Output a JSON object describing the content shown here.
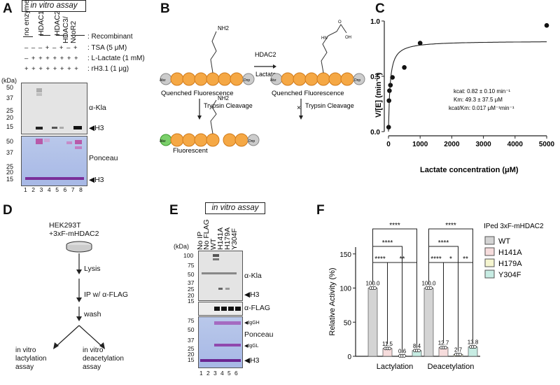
{
  "panels": {
    "A": "A",
    "B": "B",
    "C": "C",
    "D": "D",
    "E": "E",
    "F": "F"
  },
  "panel_a": {
    "assay_title": "in vitro assay",
    "columns": [
      "no enzyme",
      "HDAC1",
      "HDAC2",
      "HDAC3/\nNcoR2"
    ],
    "recombinant": ": Recombinant",
    "row_signs": {
      "tsa": "– – – + – + – +",
      "lactate": "– + + + + + + +",
      "rh3": "+ + + + + + + +"
    },
    "row_labels": {
      "tsa": ": TSA (5 μM)",
      "lactate": ": L-Lactate (1 mM)",
      "rh3": ": rH3.1 (1 μg)"
    },
    "kda": "(kDa)",
    "mw_top": [
      "50",
      "37",
      "25",
      "20",
      "15"
    ],
    "mw_bottom": [
      "50",
      "37",
      "25",
      "20",
      "15"
    ],
    "blot_label": "α-Kla",
    "ponceau_label": "Ponceau",
    "h3": "◀H3",
    "lanes": [
      "1",
      "2",
      "3",
      "4",
      "5",
      "6",
      "7",
      "8"
    ]
  },
  "panel_b": {
    "hdac2": "HDAC2",
    "lactate": "Lactate",
    "nh2": "NH2",
    "abz": "Abz",
    "dnp": "Dnp",
    "quenched": "Quenched Fluorescence",
    "trypsin": "Trypsin Cleavage",
    "fluorescent": "Fluorescent"
  },
  "panel_c": {
    "ylabel": "V/[E] (min⁻¹)",
    "xlabel": "Lactate concentration (μM)",
    "kcat": "kcat: 0.82 ± 0.10 min⁻¹",
    "km": "Km: 49.3 ± 37.5 μM",
    "kcatkm": "kcat/Km: 0.017 μM⁻¹min⁻¹"
  },
  "panel_d": {
    "cells": "HEK293T\n+3xF-mHDAC2",
    "lysis": "Lysis",
    "ip": "IP w/ α-FLAG",
    "wash": "wash",
    "lact_assay": "in vitro\nlactylation\nassay",
    "deac_assay": "in vitro\ndeacetylation\nassay"
  },
  "panel_e": {
    "assay_title": "in vitro assay",
    "columns": [
      "No IP",
      "No FLAG",
      "WT",
      "H141A",
      "H179A",
      "Y304F"
    ],
    "kda": "(kDa)",
    "mw_top": [
      "100",
      "75",
      "50",
      "37",
      "25",
      "20",
      "15"
    ],
    "mw_bottom": [
      "75",
      "50",
      "37",
      "25",
      "20",
      "15"
    ],
    "kla": "α-Kla",
    "h3": "◀H3",
    "flag": "α-FLAG",
    "igh": "◀IgGH",
    "ponceau": "Ponceau",
    "igl": "◀IgGL",
    "h3b": "◀H3",
    "lanes": [
      "1",
      "2",
      "3",
      "4",
      "5",
      "6"
    ]
  },
  "panel_f": {
    "legend_title": "IPed 3xF-mHDAC2",
    "sig": [
      "****",
      "****",
      "****",
      "**",
      "****",
      "****",
      "****",
      "*",
      "**"
    ],
    "group_labels": [
      "Lactylation",
      "Deacetylation"
    ]
  },
  "chart_data": {
    "type": "scatter",
    "xlabel": "Lactate concentration (μM)",
    "ylabel": "V/[E] (min⁻¹)",
    "xlim": [
      0,
      5000
    ],
    "ylim": [
      0,
      1.0
    ],
    "x_ticks": [
      0,
      1000,
      2000,
      3000,
      4000,
      5000
    ],
    "y_ticks": [
      0.0,
      0.5,
      1.0
    ],
    "points": [
      {
        "x": 5,
        "y": 0.04
      },
      {
        "x": 15,
        "y": 0.28
      },
      {
        "x": 30,
        "y": 0.37
      },
      {
        "x": 62,
        "y": 0.42
      },
      {
        "x": 125,
        "y": 0.49
      },
      {
        "x": 500,
        "y": 0.58
      },
      {
        "x": 1000,
        "y": 0.8
      },
      {
        "x": 5000,
        "y": 0.96
      }
    ],
    "fit": {
      "model": "Michaelis-Menten",
      "Vmax": 0.82,
      "Km": 49.3
    },
    "bar_chart": {
      "type": "bar",
      "ylabel": "Relative Activity (%)",
      "ylim": [
        0,
        160
      ],
      "y_ticks": [
        0,
        50,
        100,
        150
      ],
      "categories": [
        "Lactylation",
        "Deacetylation"
      ],
      "series": [
        {
          "name": "WT",
          "color": "#d4d4d4",
          "values": [
            100.0,
            100.0
          ]
        },
        {
          "name": "H141A",
          "color": "#f6dcdc",
          "values": [
            11.5,
            12.7
          ]
        },
        {
          "name": "H179A",
          "color": "#f5f5cf",
          "values": [
            0.6,
            2.7
          ]
        },
        {
          "name": "Y304F",
          "color": "#c7ece3",
          "values": [
            8.4,
            13.8
          ]
        }
      ],
      "value_labels": [
        [
          "100.0",
          "11.5",
          "0.6",
          "8.4"
        ],
        [
          "100.0",
          "12.7",
          "2.7",
          "13.8"
        ]
      ]
    }
  }
}
